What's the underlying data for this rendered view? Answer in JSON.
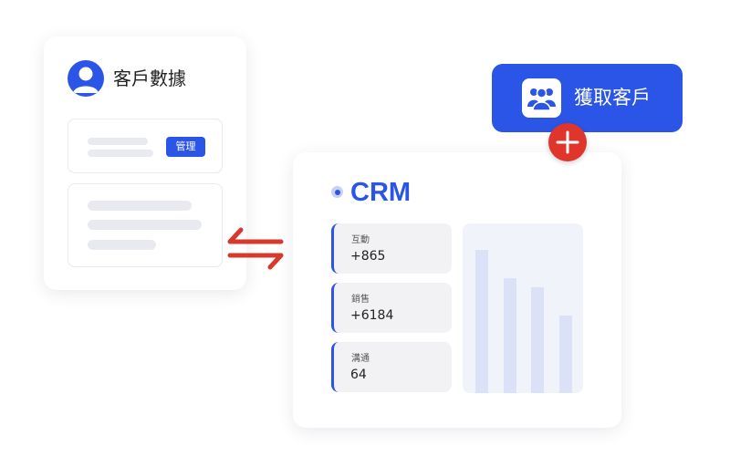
{
  "customer_card": {
    "title": "客戶數據",
    "manage_label": "管理"
  },
  "acquire": {
    "label": "獲取客戶"
  },
  "crm": {
    "title": "CRM",
    "metrics": [
      {
        "label": "互動",
        "value": "+865"
      },
      {
        "label": "銷售",
        "value": "+6184"
      },
      {
        "label": "溝通",
        "value": "64"
      }
    ],
    "chart_bars": [
      1.0,
      0.8,
      0.74,
      0.54
    ]
  },
  "colors": {
    "brand": "#2a55e6",
    "accent_red": "#e0352b",
    "bar": "#dbe2f8"
  },
  "icons": [
    "user-avatar-icon",
    "team-icon",
    "plus-icon",
    "swap-arrows-icon",
    "bullet-dot-icon"
  ]
}
